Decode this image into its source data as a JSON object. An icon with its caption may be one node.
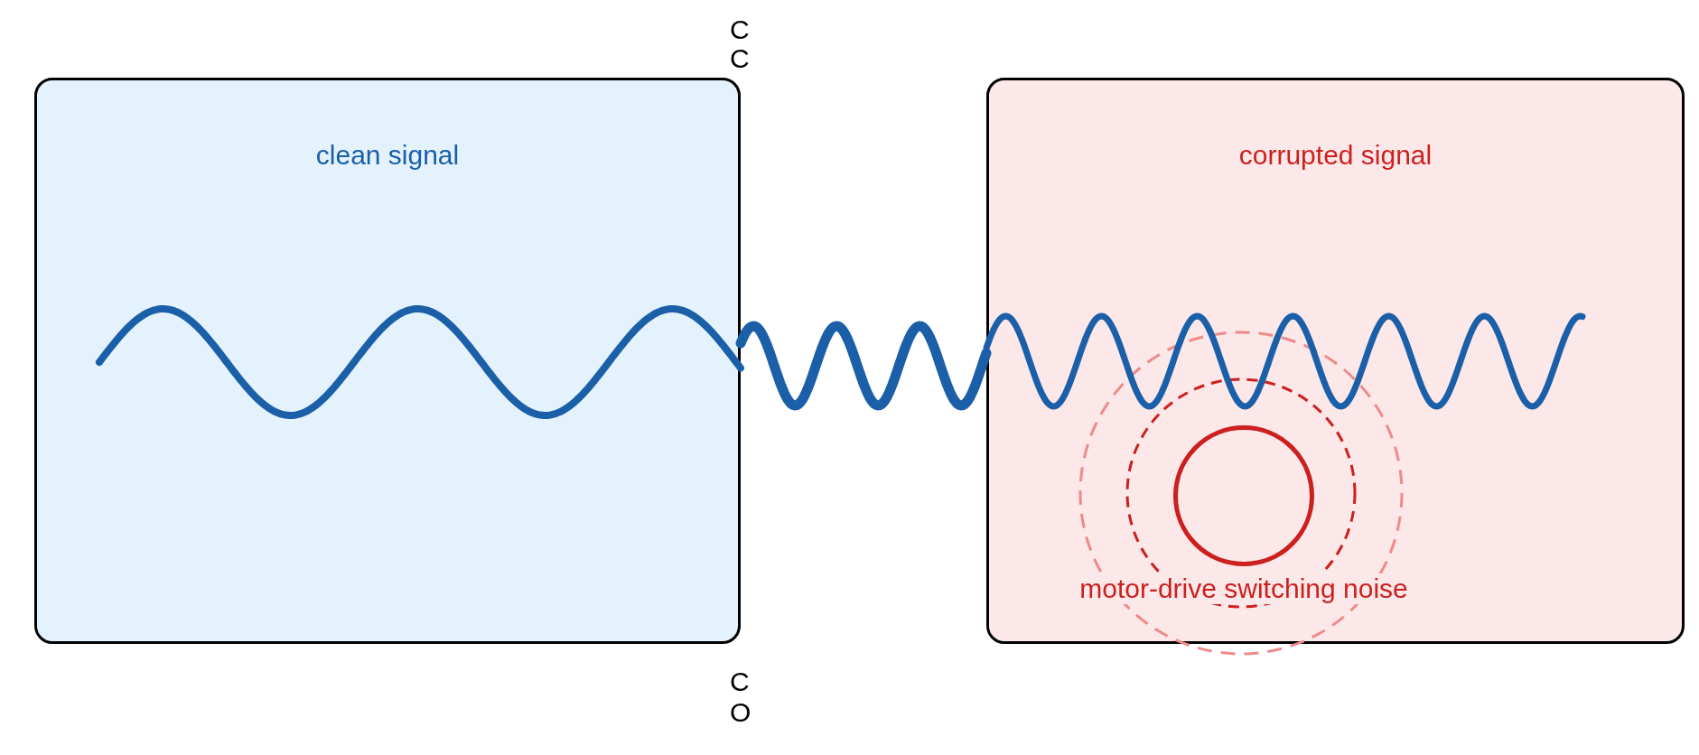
{
  "diagram": {
    "nodes": [
      {
        "text": [
          "clean signal"
        ]
      },
      {
        "text": [
          "corrupted signal"
        ]
      },
      {
        "text": [],
        "shape": "circle",
        "in": 1,
        "beside": [
          "motor-drive switching noise"
        ]
      }
    ],
    "labels": [
      "C",
      "C",
      "C",
      "O"
    ]
  }
}
